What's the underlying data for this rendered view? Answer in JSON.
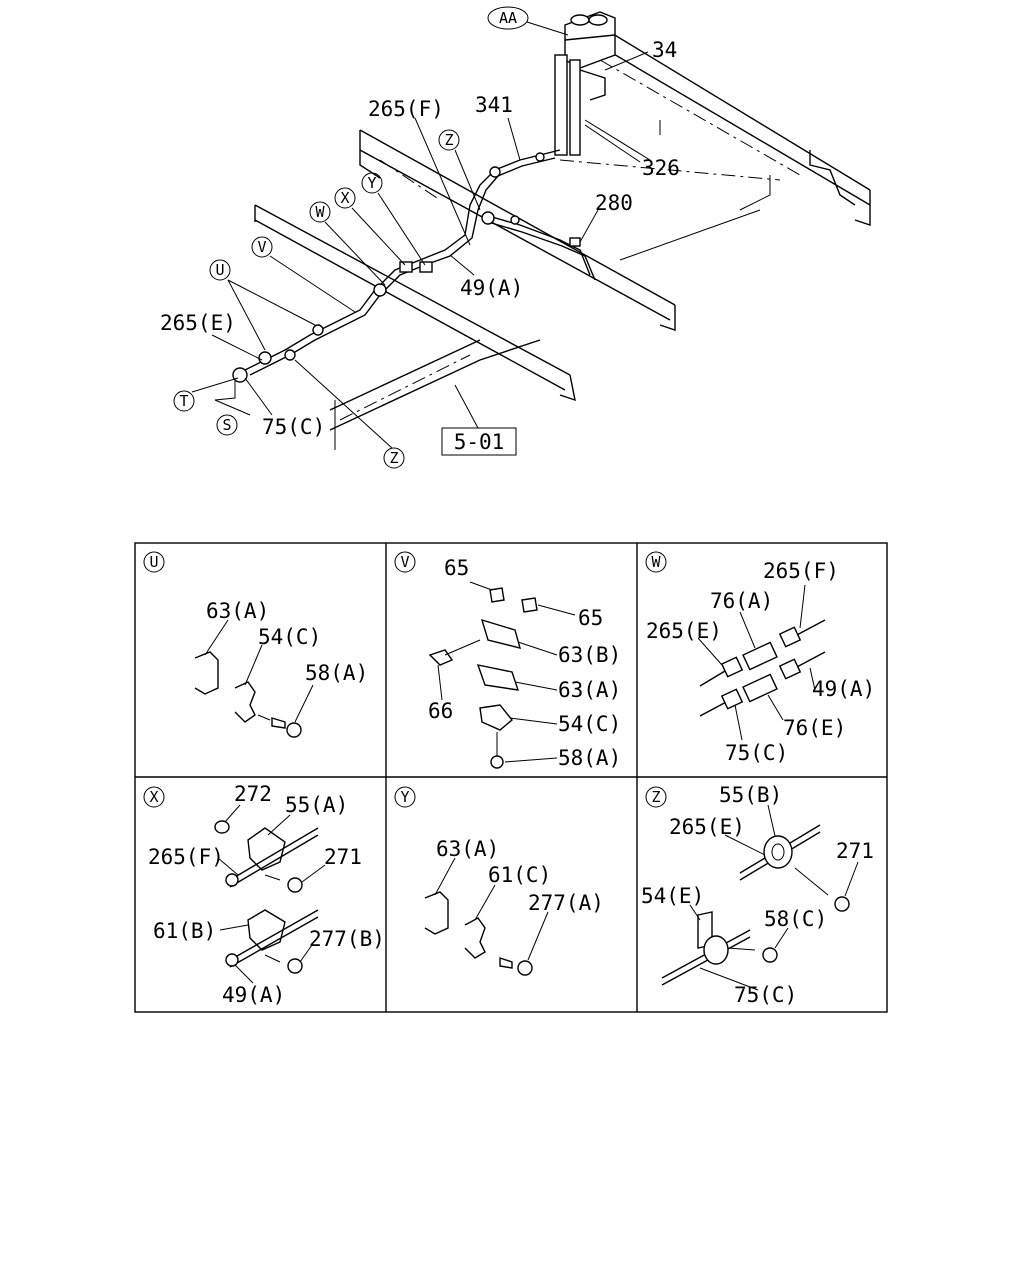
{
  "main": {
    "labels": {
      "aa": "AA",
      "p34": "34",
      "p341": "341",
      "p265f": "265(F)",
      "p326": "326",
      "z1": "Z",
      "p280": "280",
      "w": "W",
      "x": "X",
      "y": "Y",
      "v": "V",
      "p49a": "49(A)",
      "u": "U",
      "p265e": "265(E)",
      "t": "T",
      "s": "S",
      "p75c": "75(C)",
      "z2": "Z",
      "ref": "5-01"
    }
  },
  "details": {
    "u": {
      "key": "U",
      "parts": [
        "63(A)",
        "54(C)",
        "58(A)"
      ]
    },
    "v": {
      "key": "V",
      "parts": [
        "65",
        "65",
        "63(B)",
        "66",
        "63(A)",
        "54(C)",
        "58(A)"
      ]
    },
    "w": {
      "key": "W",
      "parts": [
        "265(F)",
        "76(A)",
        "265(E)",
        "49(A)",
        "76(E)",
        "75(C)"
      ]
    },
    "x": {
      "key": "X",
      "parts": [
        "272",
        "55(A)",
        "265(F)",
        "271",
        "61(B)",
        "277(B)",
        "49(A)"
      ]
    },
    "y": {
      "key": "Y",
      "parts": [
        "63(A)",
        "61(C)",
        "277(A)"
      ]
    },
    "z": {
      "key": "Z",
      "parts": [
        "55(B)",
        "265(E)",
        "271",
        "54(E)",
        "58(C)",
        "75(C)"
      ]
    }
  }
}
